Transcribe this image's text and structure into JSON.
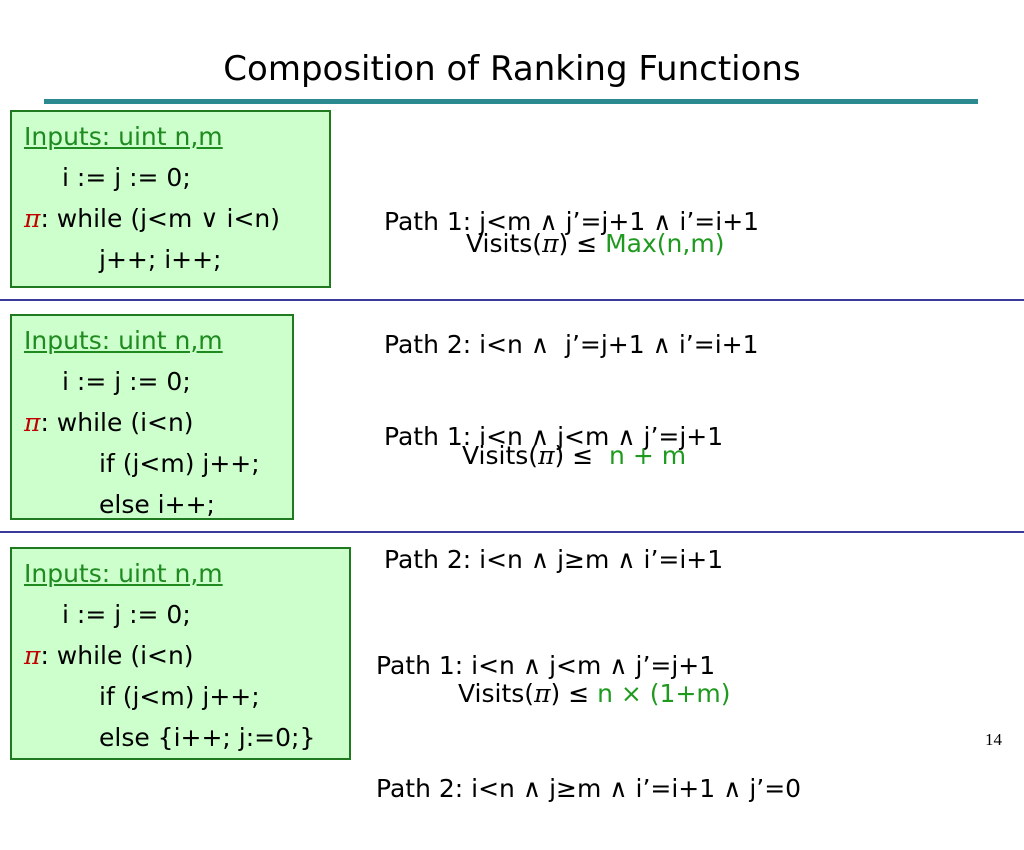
{
  "title": "Composition of Ranking Functions",
  "page_number": "14",
  "colors": {
    "title_rule": "#2a8a8f",
    "separator": "#3a3a9a",
    "box_fill": "#ccffcc",
    "box_border": "#1f7a1f",
    "green_text": "#1f9a1f",
    "pi": "#c00000"
  },
  "sections": [
    {
      "code": {
        "inputs": "Inputs: uint n,m",
        "init": "i := j := 0;",
        "pi": "π",
        "loop": ": while (j<m ∨ i<n)",
        "body": [
          "j++; i++;"
        ]
      },
      "paths": [
        "Path 1: j<m ∧ j’=j+1 ∧ i’=i+1",
        "Path 2: i<n ∧  j’=j+1 ∧ i’=i+1"
      ],
      "visits_prefix": "Visits(",
      "visits_pi": "π",
      "visits_mid": ") ≤ ",
      "visits_bound": "Max(n,m)"
    },
    {
      "code": {
        "inputs": "Inputs: uint n,m",
        "init": "i := j := 0;",
        "pi": "π",
        "loop": ": while (i<n)",
        "body": [
          "if (j<m) j++;",
          "else i++;"
        ]
      },
      "paths": [
        "Path 1: i<n ∧ j<m ∧ j’=j+1",
        "Path 2: i<n ∧ j≥m ∧ i’=i+1"
      ],
      "visits_prefix": "Visits(",
      "visits_pi": "π",
      "visits_mid": ") ≤  ",
      "visits_bound": "n + m"
    },
    {
      "code": {
        "inputs": "Inputs: uint n,m",
        "init": "i := j := 0;",
        "pi": "π",
        "loop": ": while (i<n)",
        "body": [
          "if (j<m) j++;",
          "else {i++; j:=0;}"
        ]
      },
      "paths": [
        "Path 1: i<n ∧ j<m ∧ j’=j+1",
        "Path 2: i<n ∧ j≥m ∧ i’=i+1 ∧ j’=0"
      ],
      "visits_prefix": "Visits(",
      "visits_pi": "π",
      "visits_mid": ") ≤ ",
      "visits_bound": "n × (1+m)"
    }
  ]
}
